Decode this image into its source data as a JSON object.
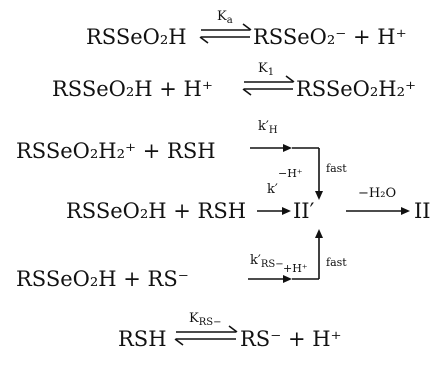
{
  "eq1": {
    "left": "RSSeO₂H",
    "k": "K",
    "k_sub": "a",
    "right": "RSSeO₂⁻ + H⁺"
  },
  "eq2": {
    "left": "RSSeO₂H + H⁺",
    "k": "K",
    "k_sub": "1",
    "right": "RSSeO₂H₂⁺"
  },
  "eq3": {
    "left": "RSSeO₂H₂⁺ + RSH",
    "k": "k′",
    "k_sub": "H",
    "step": "−H⁺",
    "speed": "fast"
  },
  "eq4": {
    "left": "RSSeO₂H + RSH",
    "k": "k′",
    "intermediate": "II′",
    "step": "−H₂O",
    "product": "II"
  },
  "eq5": {
    "left": "RSSeO₂H + RS⁻",
    "k": "k′",
    "k_sub": "RS−",
    "step": "+H⁺",
    "speed": "fast"
  },
  "eq6": {
    "left": "RSH",
    "k": "K",
    "k_sub": "RS−",
    "right": "RS⁻ + H⁺"
  }
}
